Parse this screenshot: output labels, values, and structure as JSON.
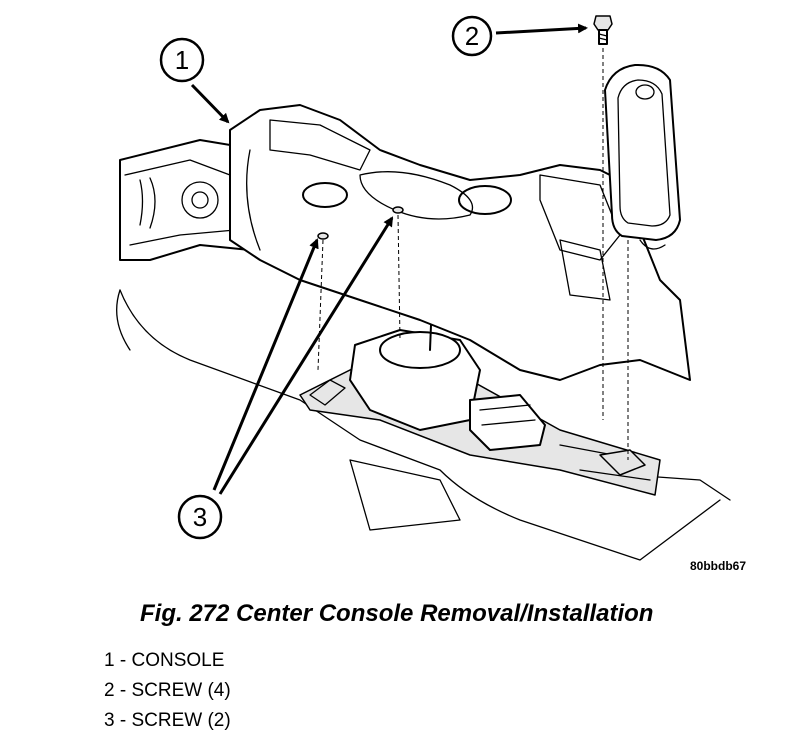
{
  "figure": {
    "caption": "Fig. 272 Center Console Removal/Installation",
    "image_code": "80bbdb67"
  },
  "callouts": [
    {
      "number": "1",
      "target": "console"
    },
    {
      "number": "2",
      "target": "screw"
    },
    {
      "number": "3",
      "target": "screws"
    }
  ],
  "legend": [
    {
      "number": "1",
      "separator": " - ",
      "label": "CONSOLE"
    },
    {
      "number": "2",
      "separator": " - ",
      "label": "SCREW (4)"
    },
    {
      "number": "3",
      "separator": " - ",
      "label": "SCREW (2)"
    }
  ]
}
